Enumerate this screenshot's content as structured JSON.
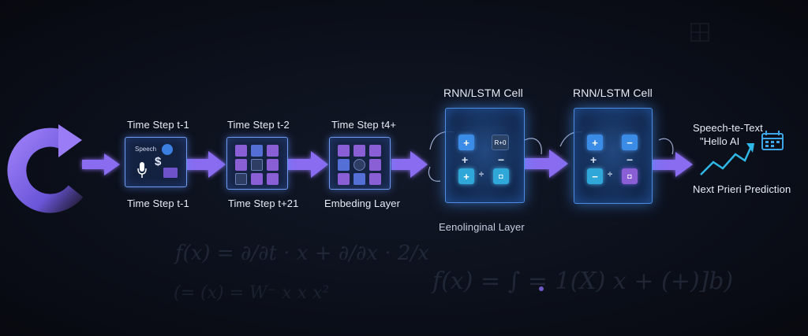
{
  "diagram": {
    "stage1": {
      "top_label": "Time Step t-1",
      "bottom_label": "Time Step t-1",
      "inner_text": "Speech",
      "icon_currency": "$"
    },
    "stage2": {
      "top_label": "Time Step t-2",
      "bottom_label": "Time Step t+21"
    },
    "stage3": {
      "top_label": "Time Step t4+",
      "bottom_label": "Embeding Layer"
    },
    "cell1": {
      "title": "RNN/LSTM Cell",
      "key_text": "R+0",
      "bottom_label": "Eenolinginal Layer"
    },
    "cell2": {
      "title": "RNN/LSTM Cell"
    },
    "output": {
      "line1": "Speech-te-Text",
      "line2": "\"Hello AI",
      "prediction_label": "Next Prieri Prediction"
    },
    "background_formulas": {
      "f1": "f(x) = ∂/∂t · x + ∂/∂x · 2/x",
      "f2": "(= (x) = W⁻ x x x²",
      "f3": "f(x) = ∫ = 1(X) x + (+)]b)"
    }
  },
  "colors": {
    "arrow_purple": "#8a6cf0",
    "cell_border": "#4d8be0",
    "box_border": "#6e9bf0",
    "trend_line": "#2fb7e6",
    "background": "#0a0d16"
  }
}
